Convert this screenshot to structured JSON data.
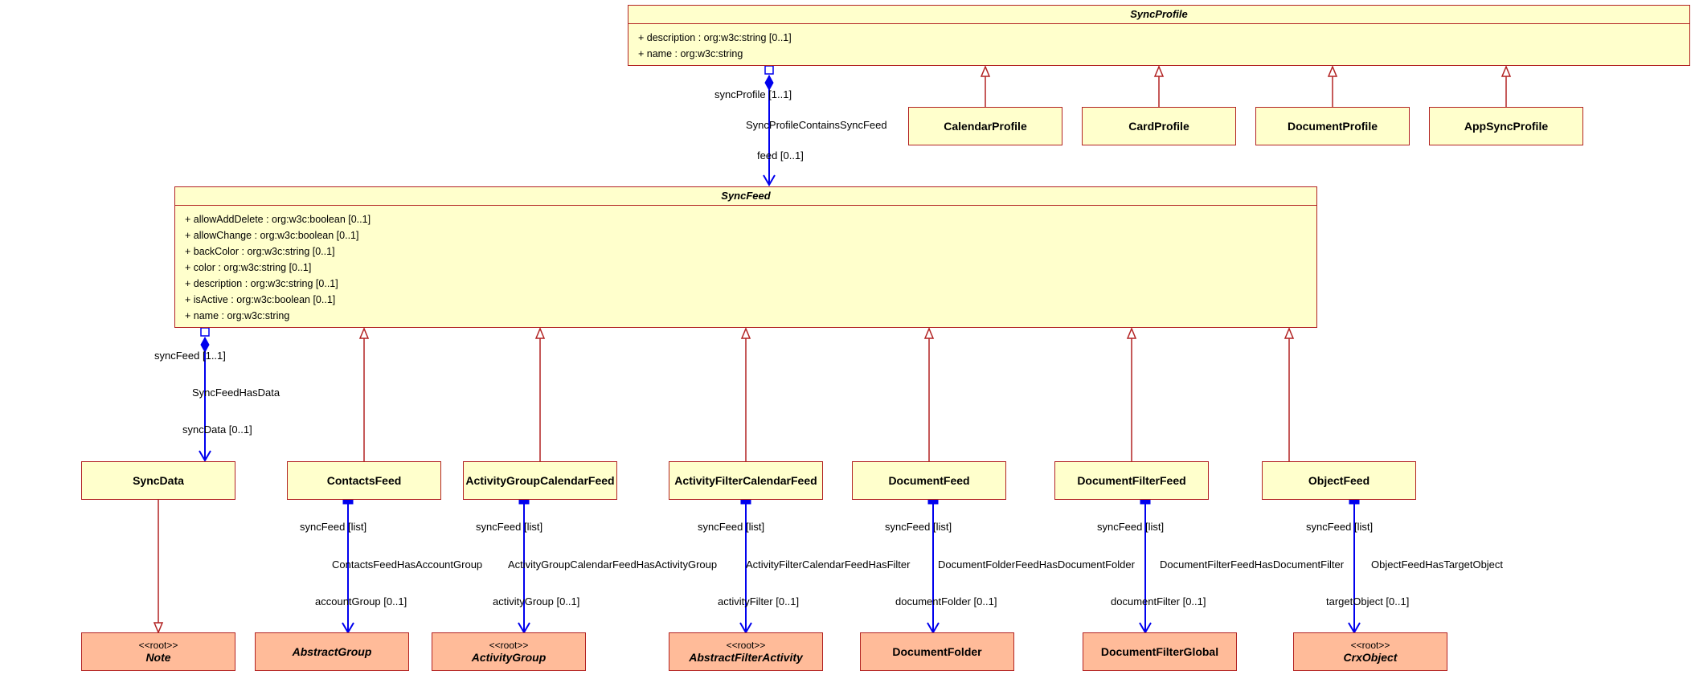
{
  "sync_profile": {
    "name": "SyncProfile",
    "attributes": [
      "+ description : org:w3c:string [0..1]",
      "+ name : org:w3c:string"
    ]
  },
  "sync_feed": {
    "name": "SyncFeed",
    "attributes": [
      "+ allowAddDelete : org:w3c:boolean [0..1]",
      "+ allowChange : org:w3c:boolean [0..1]",
      "+ backColor : org:w3c:string [0..1]",
      "+ color : org:w3c:string [0..1]",
      "+ description : org:w3c:string [0..1]",
      "+ isActive : org:w3c:boolean [0..1]",
      "+ name : org:w3c:string"
    ]
  },
  "profiles": [
    "CalendarProfile",
    "CardProfile",
    "DocumentProfile",
    "AppSyncProfile"
  ],
  "profile_assoc": {
    "source_role": "syncProfile [1..1]",
    "name": "SyncProfileContainsSyncFeed",
    "target_role": "feed [0..1]"
  },
  "feeds": [
    "SyncData",
    "ContactsFeed",
    "ActivityGroupCalendarFeed",
    "ActivityFilterCalendarFeed",
    "DocumentFeed",
    "DocumentFilterFeed",
    "ObjectFeed"
  ],
  "feed_assoc": {
    "source_role": "syncFeed [1..1]",
    "name": "SyncFeedHasData",
    "target_role": "syncData [0..1]"
  },
  "stereotype": "<<root>>",
  "targets": [
    {
      "name": "Note",
      "stereotype": "<<root>>"
    },
    {
      "name": "AbstractGroup",
      "stereotype": ""
    },
    {
      "name": "ActivityGroup",
      "stereotype": "<<root>>"
    },
    {
      "name": "AbstractFilterActivity",
      "stereotype": "<<root>>"
    },
    {
      "name": "DocumentFolder",
      "stereotype": ""
    },
    {
      "name": "DocumentFilterGlobal",
      "stereotype": ""
    },
    {
      "name": "CrxObject",
      "stereotype": "<<root>>"
    }
  ],
  "bottom_assocs": [
    {
      "source_role": "syncFeed [list]",
      "name": "ContactsFeedHasAccountGroup",
      "target_role": "accountGroup [0..1]"
    },
    {
      "source_role": "syncFeed [list]",
      "name": "ActivityGroupCalendarFeedHasActivityGroup",
      "target_role": "activityGroup [0..1]"
    },
    {
      "source_role": "syncFeed [list]",
      "name": "ActivityFilterCalendarFeedHasFilter",
      "target_role": "activityFilter [0..1]"
    },
    {
      "source_role": "syncFeed [list]",
      "name": "DocumentFolderFeedHasDocumentFolder",
      "target_role": "documentFolder [0..1]"
    },
    {
      "source_role": "syncFeed [list]",
      "name": "DocumentFilterFeedHasDocumentFilter",
      "target_role": "documentFilter [0..1]"
    },
    {
      "source_role": "syncFeed [list]",
      "name": "ObjectFeedHasTargetObject",
      "target_role": "targetObject [0..1]"
    }
  ],
  "colors": {
    "class_fill": "#ffffcc",
    "root_fill": "#ffbb99",
    "border": "#b22222",
    "association": "#0000ee"
  }
}
